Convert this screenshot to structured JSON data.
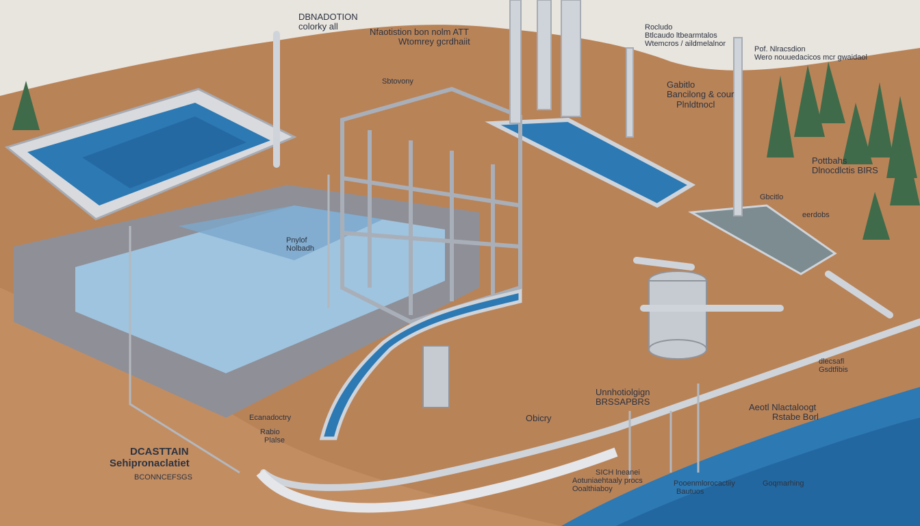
{
  "colors": {
    "background": "#e8e4de",
    "soil": "#b98358",
    "soil_dark": "#9c6a45",
    "water": "#2d79b3",
    "water_light": "#9fc4df",
    "concrete": "#8f8f97",
    "pipe": "#cfd4da",
    "tree": "#3f6b4a"
  },
  "labels": {
    "top_left": {
      "line1": "DBNADOTION",
      "line2": "colorky all"
    },
    "top_center": {
      "line1": "Nfaotistion bon nolm ATT",
      "line2": "Wtomrey gcrdhaiit"
    },
    "left_mid": "Sbtovony",
    "top_right_a": {
      "line1": "Rocludo",
      "line2": "Btlcaudo ltbearmtalos",
      "line3": "Wtemcros / aildmelalnor"
    },
    "top_right_b": {
      "line1": "Pof. Nlracsdion",
      "line2": "Wero nouuedacicos mcr gwaidaol"
    },
    "right_upper": {
      "line1": "Gabitlo",
      "line2": "Bancilong & cour",
      "line3": "Plnldtnocl"
    },
    "right_mid": {
      "line1": "Pottbahs",
      "line2": "Dlnocdlctis BIRS"
    },
    "right_small_1": "Gbcitlo",
    "right_small_2": "eerdobs",
    "center_small": {
      "line1": "Pnylof",
      "line2": "Nolbadh"
    },
    "lower_right_1": {
      "line1": "dlecsafl",
      "line2": "Gsdtfibis"
    },
    "lower_center_1": {
      "line1": "Unnhotiolgign",
      "line2": "BRSSAPBRS"
    },
    "lower_center_2": "Obicry",
    "lower_left_1": "Ecanadoctry",
    "lower_left_2": {
      "line1": "Rabio",
      "line2": "Plalse"
    },
    "bottom_left": {
      "line1": "DCASTTAIN",
      "line2": "Sehipronaclatiet",
      "line3": "BCONNCEFSGS"
    },
    "bottom_center_1": {
      "line1": "SICH lneanei",
      "line2": "Aotuniaehtaaly procs",
      "line3": "Ooalthiaboy"
    },
    "bottom_center_2": {
      "line1": "Pooenmlorocactiiy",
      "line2": "Bautuos"
    },
    "bottom_right_1": "Goqmarhing",
    "right_lower": {
      "line1": "Aeotl Nlactaloogt",
      "line2": "Rstabe Borl"
    }
  }
}
